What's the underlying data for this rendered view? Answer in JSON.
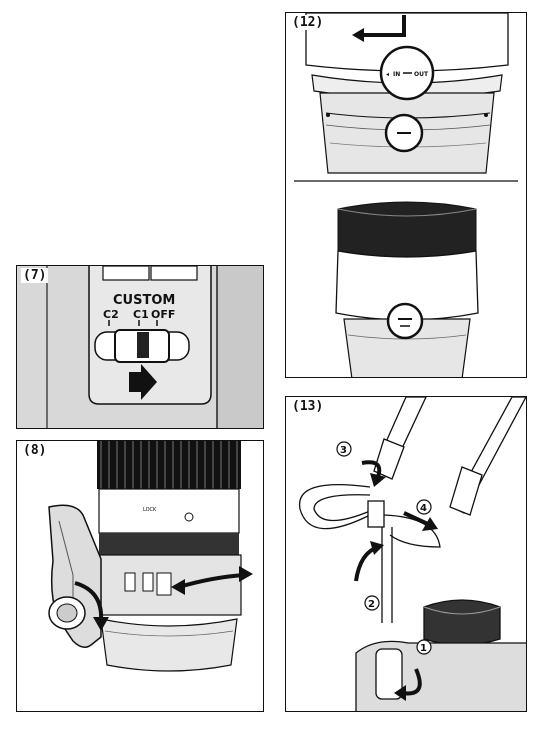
{
  "panels": {
    "p12": {
      "label": "(12)",
      "ring_text_in": "IN",
      "ring_text_out": "OUT"
    },
    "p7": {
      "label": "(7)",
      "switch_title": "CUSTOM",
      "pos_c2": "C2",
      "pos_c1": "C1",
      "pos_off": "OFF"
    },
    "p8": {
      "label": "(8)",
      "lock_text": "LOCK"
    },
    "p13": {
      "label": "(13)",
      "step1": "1",
      "step2": "2",
      "step3": "3",
      "step4": "4"
    }
  },
  "icons": [
    "arrow-left-icon",
    "arrow-right-icon",
    "curved-arrow-icon",
    "double-arrow-icon"
  ]
}
